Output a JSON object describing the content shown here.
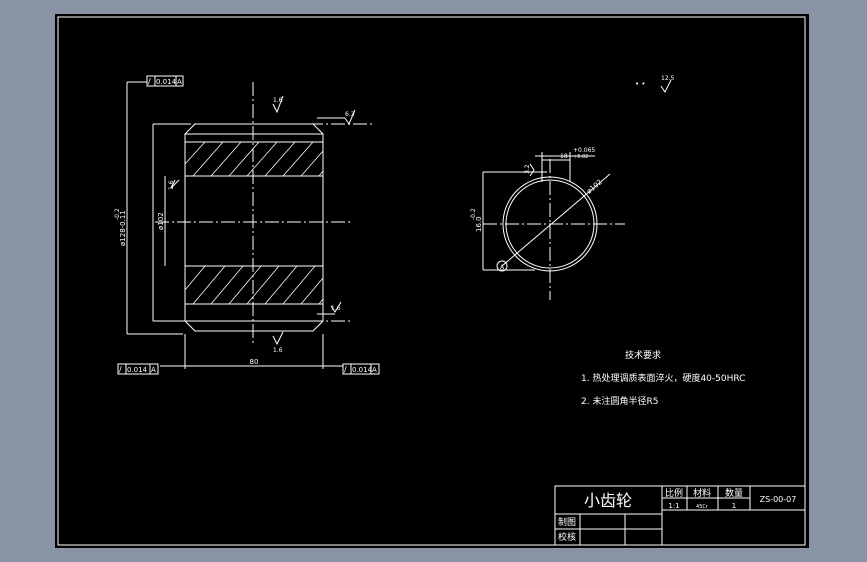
{
  "colors": {
    "background": "#8893a6",
    "paper": "#000000",
    "line": "#ffffff",
    "centerline": "#ffffff"
  },
  "side_view": {
    "tolerance_frame_top": {
      "symbol": "/",
      "value": "0.014",
      "datum": "A"
    },
    "tolerance_frame_left": {
      "symbol": "/",
      "value": "0.014",
      "datum": "A"
    },
    "tolerance_frame_right": {
      "symbol": "/",
      "value": "0.014",
      "datum": "A"
    },
    "roughness_top": "1.6",
    "roughness_chamfer": "6.3",
    "roughness_bore": "1.6",
    "roughness_right_face": "1.6",
    "roughness_bottom": "1.6",
    "dim_outer_diameter": "ø128-0.11",
    "dim_outer_tol": "-0.2",
    "dim_bore": "ø102",
    "dim_width": "80"
  },
  "front_view": {
    "roughness_default": "12.5",
    "roughness_dots": "• •",
    "keyway_tol": "+0.065",
    "keyway_tol2": "+0.02",
    "keyway_width": "18",
    "keyway_roughness": "3.2",
    "bore_height": "16.0",
    "bore_tol": "-0.2",
    "dim_diameter": "ø102",
    "datum": "A"
  },
  "notes": {
    "heading": "技术要求",
    "items": [
      "1. 热处理调质表面淬火，硬度40-50HRC",
      "2. 未注圆角半径R5"
    ]
  },
  "title_block": {
    "part_name": "小齿轮",
    "col_scale": "比例",
    "col_material": "材料",
    "col_quantity": "数量",
    "scale_value": "1:1",
    "material_value": "45Cr",
    "quantity_value": "1",
    "drawing_number": "ZS-00-07",
    "row_drawn": "制图",
    "row_checked": "校核"
  }
}
